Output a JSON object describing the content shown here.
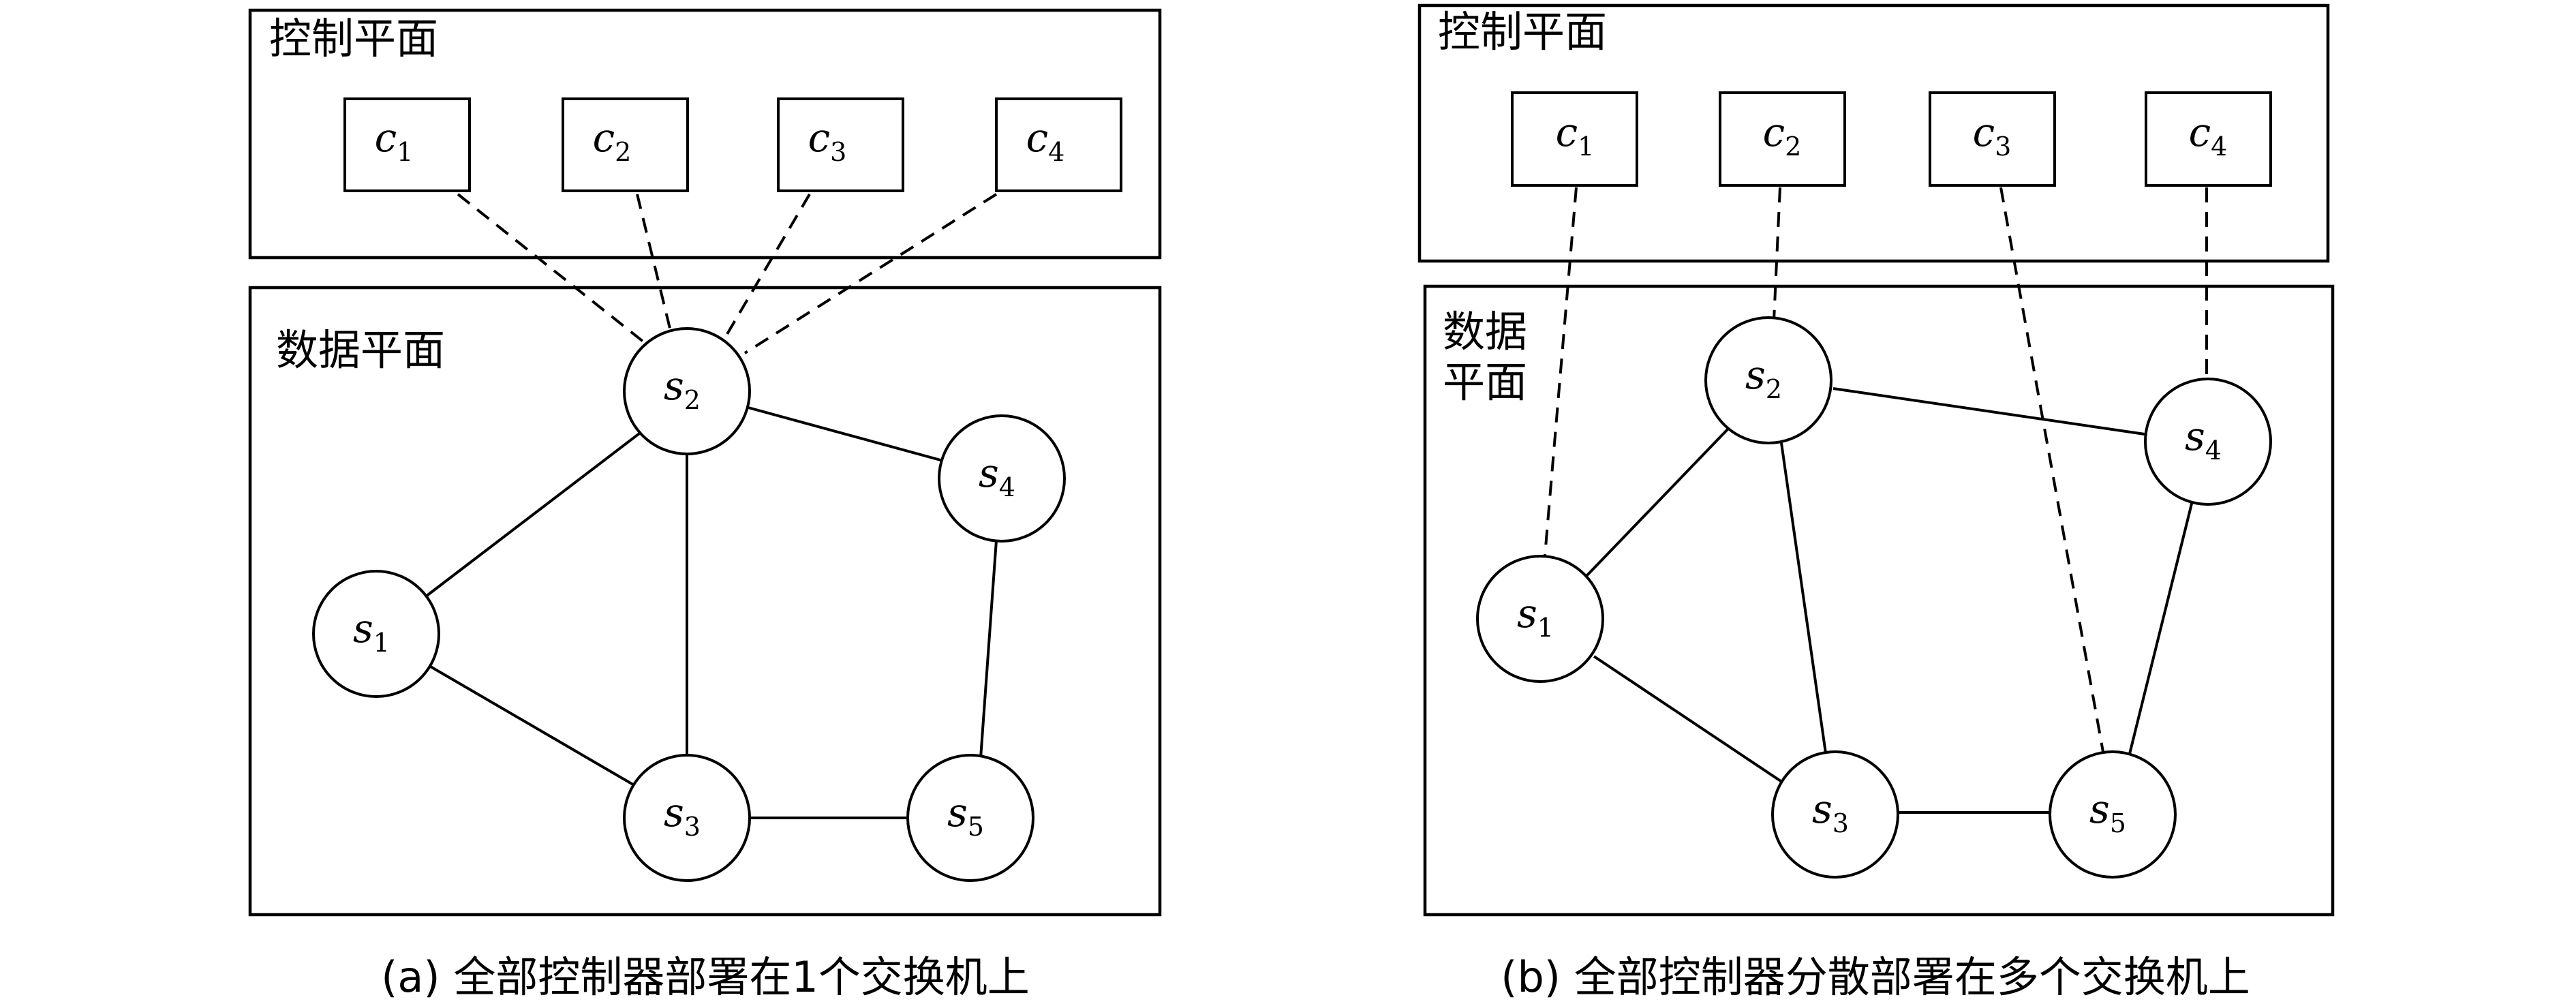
{
  "panels": [
    {
      "id": "a",
      "control_plane_label": "控制平面",
      "data_plane_label_lines": [
        "数据平面"
      ],
      "controllers": [
        {
          "name": "c",
          "sub": "1"
        },
        {
          "name": "c",
          "sub": "2"
        },
        {
          "name": "c",
          "sub": "3"
        },
        {
          "name": "c",
          "sub": "4"
        }
      ],
      "switches": [
        {
          "name": "s",
          "sub": "1"
        },
        {
          "name": "s",
          "sub": "2"
        },
        {
          "name": "s",
          "sub": "3"
        },
        {
          "name": "s",
          "sub": "4"
        },
        {
          "name": "s",
          "sub": "5"
        }
      ],
      "links": [
        [
          "s1",
          "s2"
        ],
        [
          "s1",
          "s3"
        ],
        [
          "s2",
          "s3"
        ],
        [
          "s2",
          "s4"
        ],
        [
          "s4",
          "s5"
        ],
        [
          "s3",
          "s5"
        ]
      ],
      "control_links": [
        [
          "c1",
          "s2"
        ],
        [
          "c2",
          "s2"
        ],
        [
          "c3",
          "s2"
        ],
        [
          "c4",
          "s2"
        ]
      ],
      "caption": "(a) 全部控制器部署在1个交换机上"
    },
    {
      "id": "b",
      "control_plane_label": "控制平面",
      "data_plane_label_lines": [
        "数据",
        "平面"
      ],
      "controllers": [
        {
          "name": "c",
          "sub": "1"
        },
        {
          "name": "c",
          "sub": "2"
        },
        {
          "name": "c",
          "sub": "3"
        },
        {
          "name": "c",
          "sub": "4"
        }
      ],
      "switches": [
        {
          "name": "s",
          "sub": "1"
        },
        {
          "name": "s",
          "sub": "2"
        },
        {
          "name": "s",
          "sub": "3"
        },
        {
          "name": "s",
          "sub": "4"
        },
        {
          "name": "s",
          "sub": "5"
        }
      ],
      "links": [
        [
          "s1",
          "s2"
        ],
        [
          "s1",
          "s3"
        ],
        [
          "s2",
          "s3"
        ],
        [
          "s2",
          "s4"
        ],
        [
          "s4",
          "s5"
        ],
        [
          "s3",
          "s5"
        ]
      ],
      "control_links": [
        [
          "c1",
          "s1"
        ],
        [
          "c2",
          "s2"
        ],
        [
          "c3",
          "s5"
        ],
        [
          "c4",
          "s4"
        ]
      ],
      "caption": "(b) 全部控制器分散部署在多个交换机上"
    }
  ]
}
